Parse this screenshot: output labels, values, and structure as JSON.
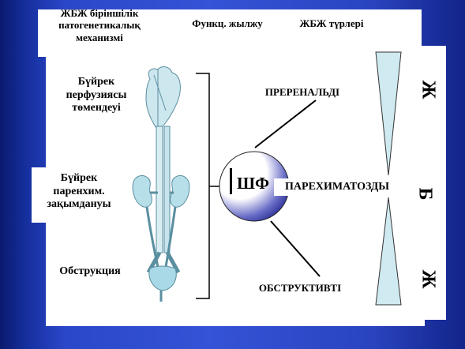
{
  "slide": {
    "header": {
      "mechanism_title": "ЖБЖ біріншілік патогенетикалық механизмі",
      "function_title": "Функц. жылжу",
      "types_title": "ЖБЖ түрлері"
    },
    "causes": {
      "perfusion": "Бүйрек перфузиясы төмендеуі",
      "parenchyma": "Бүйрек паренхим. зақымдануы",
      "obstruction": "Обструкция"
    },
    "center": {
      "label": "ШФ"
    },
    "types": {
      "prerenal": "ПРЕРЕНАЛЬДІ",
      "parenchymal": "ПАРЕХИМАТОЗДЫ",
      "obstructive": "ОБСТРУКТИВТІ"
    },
    "side_letters": [
      "Ж",
      "Б",
      "Ж"
    ],
    "colors": {
      "background": "#2f4fd0",
      "sphere_dark": "#1a1f8a",
      "triangle_fill": "#cfeaf0",
      "organ_fill": "#b7dfe9"
    }
  }
}
